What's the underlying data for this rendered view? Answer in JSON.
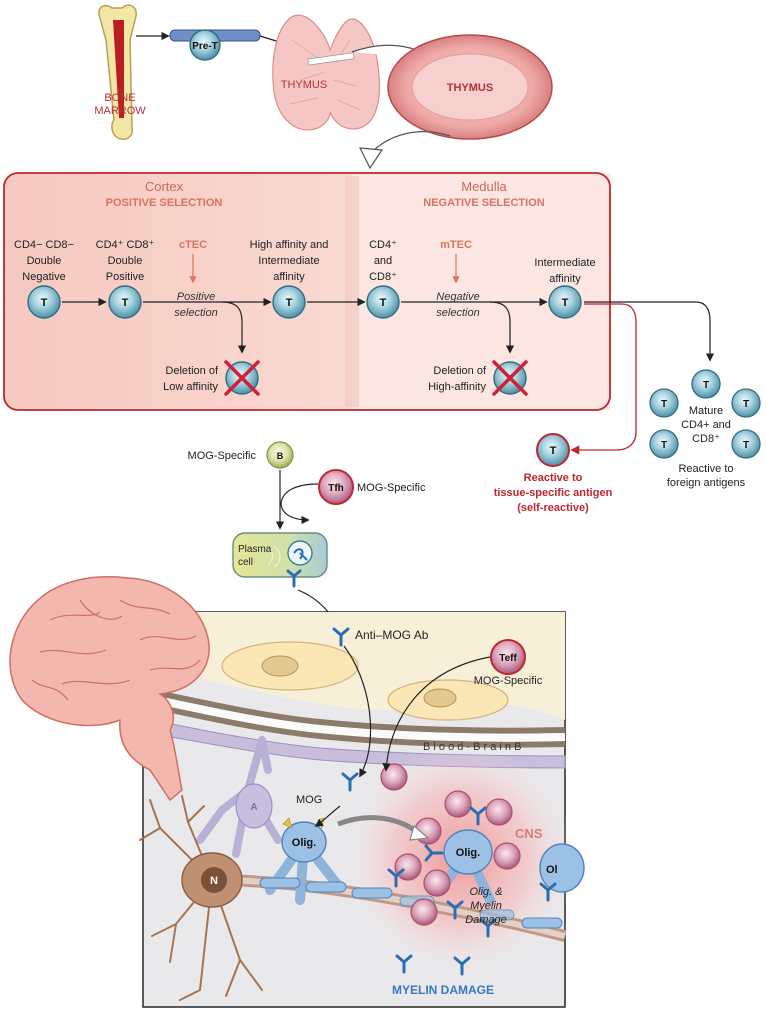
{
  "thymus_top": {
    "bone_marrow": [
      "BONE",
      "MARROW"
    ],
    "pre_t": "Pre-T",
    "thymus_organ": "THYMUS",
    "thymus_section": "THYMUS"
  },
  "selection_panel": {
    "cortex_title": "Cortex",
    "cortex_sub": "POSITIVE SELECTION",
    "medulla_title": "Medulla",
    "medulla_sub": "NEGATIVE SELECTION",
    "dn_label": [
      "CD4− CD8−",
      "Double",
      "Negative"
    ],
    "dp_label": [
      "CD4⁺ CD8⁺",
      "Double",
      "Positive"
    ],
    "ctec": "cTEC",
    "positive_selection": [
      "Positive",
      "selection"
    ],
    "high_inter_label": [
      "High affinity and",
      "Intermediate",
      "affinity"
    ],
    "sp_label": [
      "CD4⁺",
      "and",
      "CD8⁺"
    ],
    "mtec": "mTEC",
    "negative_selection": [
      "Negative",
      "selection"
    ],
    "intermediate_label": [
      "Intermediate",
      "affinity"
    ],
    "deletion_low": [
      "Deletion of",
      "Low affinity"
    ],
    "deletion_high": [
      "Deletion of",
      "High-affinity"
    ],
    "t_cell": "T"
  },
  "outputs": {
    "mature_label": [
      "Mature",
      "CD4+ and",
      "CD8⁺"
    ],
    "foreign_label": [
      "Reactive to",
      "foreign antigens"
    ],
    "self_reactive_label": [
      "Reactive to",
      "tissue-specific antigen",
      "(self-reactive)"
    ]
  },
  "b_cell_pathway": {
    "mog_specific_b": "MOG-Specific",
    "b": "B",
    "tfh": "Tfh",
    "mog_specific_tfh": "MOG-Specific",
    "plasma_cell": [
      "Plasma",
      "cell"
    ],
    "anti_mog_ab": "Anti–MOG Ab",
    "teff": "Teff",
    "mog_specific_teff": "MOG-Specific"
  },
  "cns_panel": {
    "bbb": "B l o o d - B r a i n   B",
    "astrocyte": "A",
    "mog": "MOG",
    "olig": "Olig.",
    "olig2": "Olig.",
    "olig_cut": "Ol",
    "neuron": "N",
    "cns": "CNS",
    "damage_label": [
      "Olig. &",
      "Myelin",
      "Damage"
    ],
    "myelin_damage": "MYELIN DAMAGE"
  },
  "colors": {
    "accent_red": "#c0262d",
    "salmon": "#d9735f",
    "blue_text": "#3a78c2",
    "t_cell_fill": "#8fc4d4"
  }
}
